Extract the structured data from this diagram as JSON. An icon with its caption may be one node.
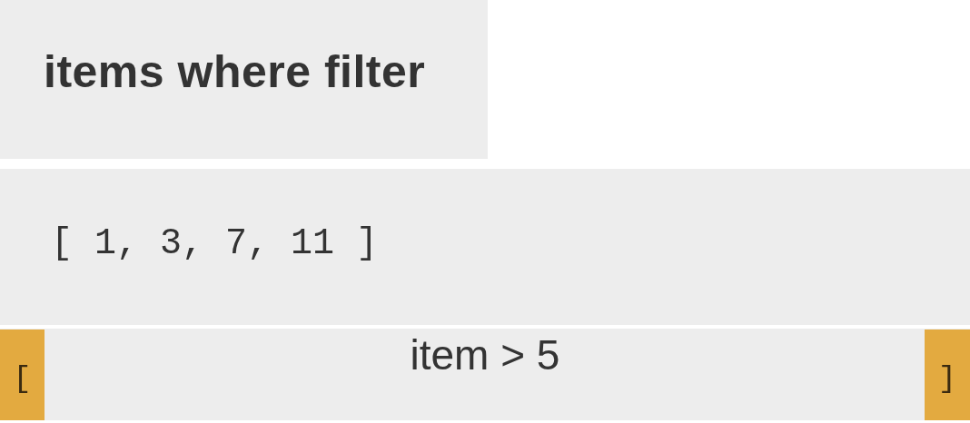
{
  "diagram": {
    "nodes": [
      {
        "text": [
          "items where filter"
        ]
      },
      {
        "text": [
          "[ 1, 3, 7, 11 ]"
        ]
      },
      {
        "text": [
          "item > 5"
        ]
      },
      {
        "text": [
          "["
        ],
        "in": 2
      },
      {
        "text": [
          "]"
        ],
        "in": 2
      }
    ]
  }
}
